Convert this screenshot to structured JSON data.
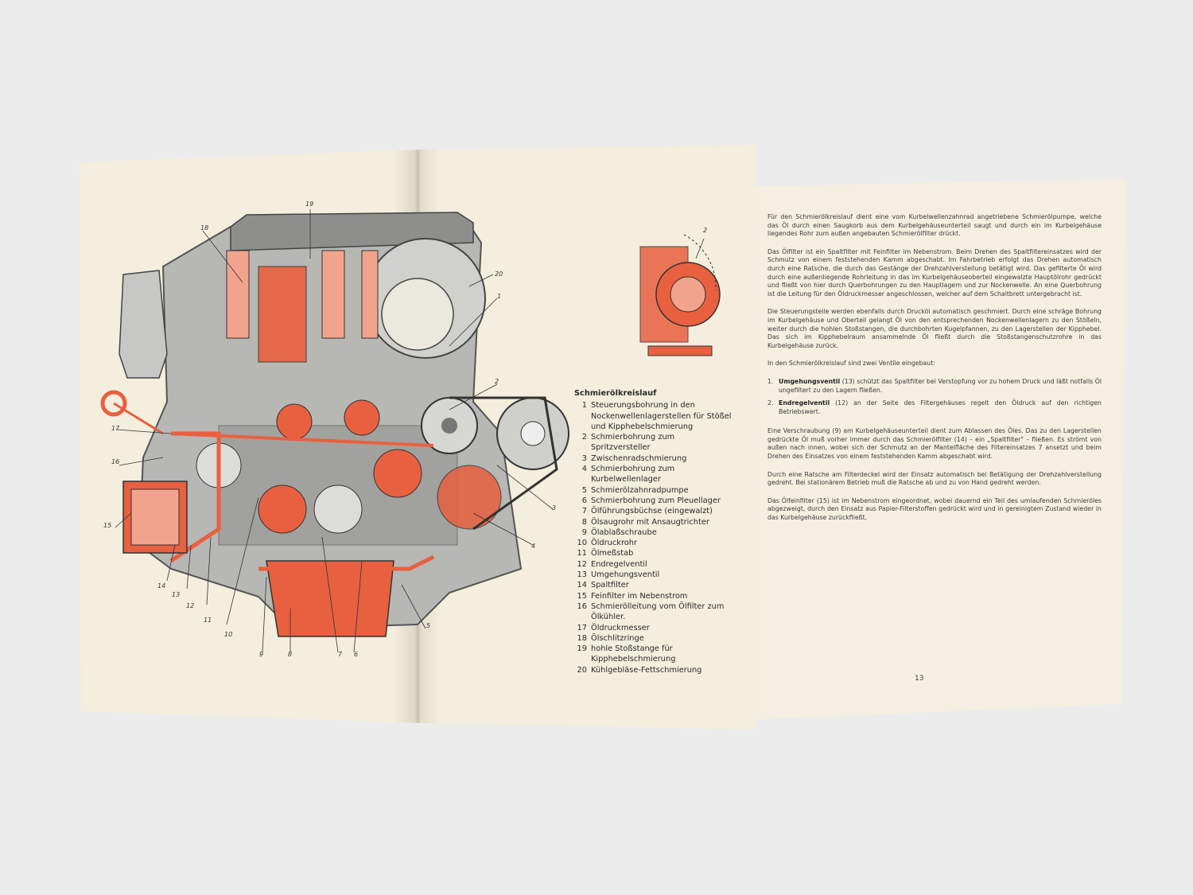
{
  "legend": {
    "title": "Schmierölkreislauf",
    "items": [
      {
        "num": "1",
        "text": "Steuerungsbohrung in den Nockenwellenlagerstellen für Stößel und Kipphebelschmierung"
      },
      {
        "num": "2",
        "text": "Schmierbohrung zum Spritzversteller"
      },
      {
        "num": "3",
        "text": "Zwischenradschmierung"
      },
      {
        "num": "4",
        "text": "Schmierbohrung zum Kurbelwellenlager"
      },
      {
        "num": "5",
        "text": "Schmierölzahnradpumpe"
      },
      {
        "num": "6",
        "text": "Schmierbohrung zum Pleuellager"
      },
      {
        "num": "7",
        "text": "Ölführungsbüchse (eingewalzt)"
      },
      {
        "num": "8",
        "text": "Ölsaugrohr mit Ansaugtrichter"
      },
      {
        "num": "9",
        "text": "Ölablaßschraube"
      },
      {
        "num": "10",
        "text": "Öldruckrohr"
      },
      {
        "num": "11",
        "text": "Ölmeßstab"
      },
      {
        "num": "12",
        "text": "Endregelventil"
      },
      {
        "num": "13",
        "text": "Umgehungsventil"
      },
      {
        "num": "14",
        "text": "Spaltfilter"
      },
      {
        "num": "15",
        "text": "Feinfilter im Nebenstrom"
      },
      {
        "num": "16",
        "text": "Schmierölleitung vom Ölfilter zum Ölkühler."
      },
      {
        "num": "17",
        "text": "Öldruckmesser"
      },
      {
        "num": "18",
        "text": "Ölschlitzringe"
      },
      {
        "num": "19",
        "text": "hohle Stoßstange für Kipphebelschmierung"
      },
      {
        "num": "20",
        "text": "Kühlgebläse-Fettschmierung"
      }
    ]
  },
  "callouts": {
    "c1": "1",
    "c2": "2",
    "c3": "3",
    "c4": "4",
    "c5": "5",
    "c6": "6",
    "c7": "7",
    "c8": "8",
    "c9": "9",
    "c10": "10",
    "c11": "11",
    "c12": "12",
    "c13": "13",
    "c14": "14",
    "c15": "15",
    "c16": "16",
    "c17": "17",
    "c18": "18",
    "c19": "19",
    "c20": "20",
    "detail2": "2"
  },
  "text": {
    "p1": "Für den Schmierölkreislauf dient eine vom Kurbelwellenzahnrad angetriebene Schmierölpumpe, welche das Öl durch einen Saugkorb aus dem Kurbelgehäuseunterteil saugt und durch ein im Kurbelgehäuse liegendes Rohr zum außen angebauten Schmierölfilter drückt.",
    "p2": "Das Ölfilter ist ein Spaltfilter mit Feinfilter im Nebenstrom. Beim Drehen des Spaltfiltereinsatzes wird der Schmutz von einem feststehenden Kamm abgeschabt. Im Fahrbetrieb erfolgt das Drehen automatisch durch eine Ratsche, die durch das Gestänge der Drehzahlverstellung betätigt wird. Das gefilterte Öl wird durch eine außenliegende Rohrleitung in das im Kurbelgehäuseoberteil eingewalzte Hauptölrohr gedrückt und fließt von hier durch Querbohrungen zu den Hauptlagern und zur Nockenwelle. An eine Querbohrung ist die Leitung für den Öldruckmesser angeschlossen, welcher auf dem Schaltbrett untergebracht ist.",
    "p3": "Die Steuerungsteile werden ebenfalls durch Drucköl automatisch geschmiert. Durch eine schräge Bohrung im Kurbelgehäuse und Oberteil gelangt Öl von den entsprechenden Nockenwellenlagern zu den Stößeln, weiter durch die hohlen Stoßstangen, die durchbohrten Kugelpfannen, zu den Lagerstellen der Kipphebel. Das sich im Kipphebelraum ansammelnde Öl fließt durch die Stoßstangenschutzrohre in das Kurbelgehäuse zurück.",
    "p4": "In den Schmierölkreislauf sind zwei Ventile eingebaut:",
    "li1_num": "1.",
    "li1_bold": "Umgehungsventil",
    "li1_rest": " (13) schützt das Spaltfilter bei Verstopfung vor zu hohem Druck und läßt notfalls Öl ungefiltert zu den Lagern fließen.",
    "li2_num": "2.",
    "li2_bold": "Endregelventil",
    "li2_rest": " (12) an der Seite des Filtergehäuses regelt den Öldruck auf den richtigen Betriebswert.",
    "p5": "Eine Verschraubung (9) am Kurbelgehäuseunterteil dient zum Ablassen des Öles. Das zu den Lagerstellen gedrückte Öl muß vorher immer durch das Schmierölfilter (14) – ein „Spaltfilter\" – fließen. Es strömt von außen nach innen, wobei sich der Schmutz an der Mantelfläche des Filtereinsatzes 7 ansetzt und beim Drehen des Einsatzes von einem feststehenden Kamm abgeschabt wird.",
    "p6": "Durch eine Ratsche am Filterdeckel wird der Einsatz automatisch bei Betätigung der Drehzahlverstellung gedreht. Bei stationärem Betrieb muß die Ratsche ab und zu von Hand gedreht werden.",
    "p7": "Das Ölfeinfilter (15) ist im Nebenstrom eingeordnet, wobei dauernd ein Teil des umlaufenden Schmieröles abgezweigt, durch den Einsatz aus Papier-Filterstoffen gedrückt wird und in gereinigtem Zustand wieder in das Kurbelgehäuse zurückfließt.",
    "page_number": "13"
  },
  "colors": {
    "paper": "#f3eedd",
    "oil_red": "#e8603f",
    "engine_gray": "#a9a9a9",
    "ink": "#2a2a2a"
  }
}
